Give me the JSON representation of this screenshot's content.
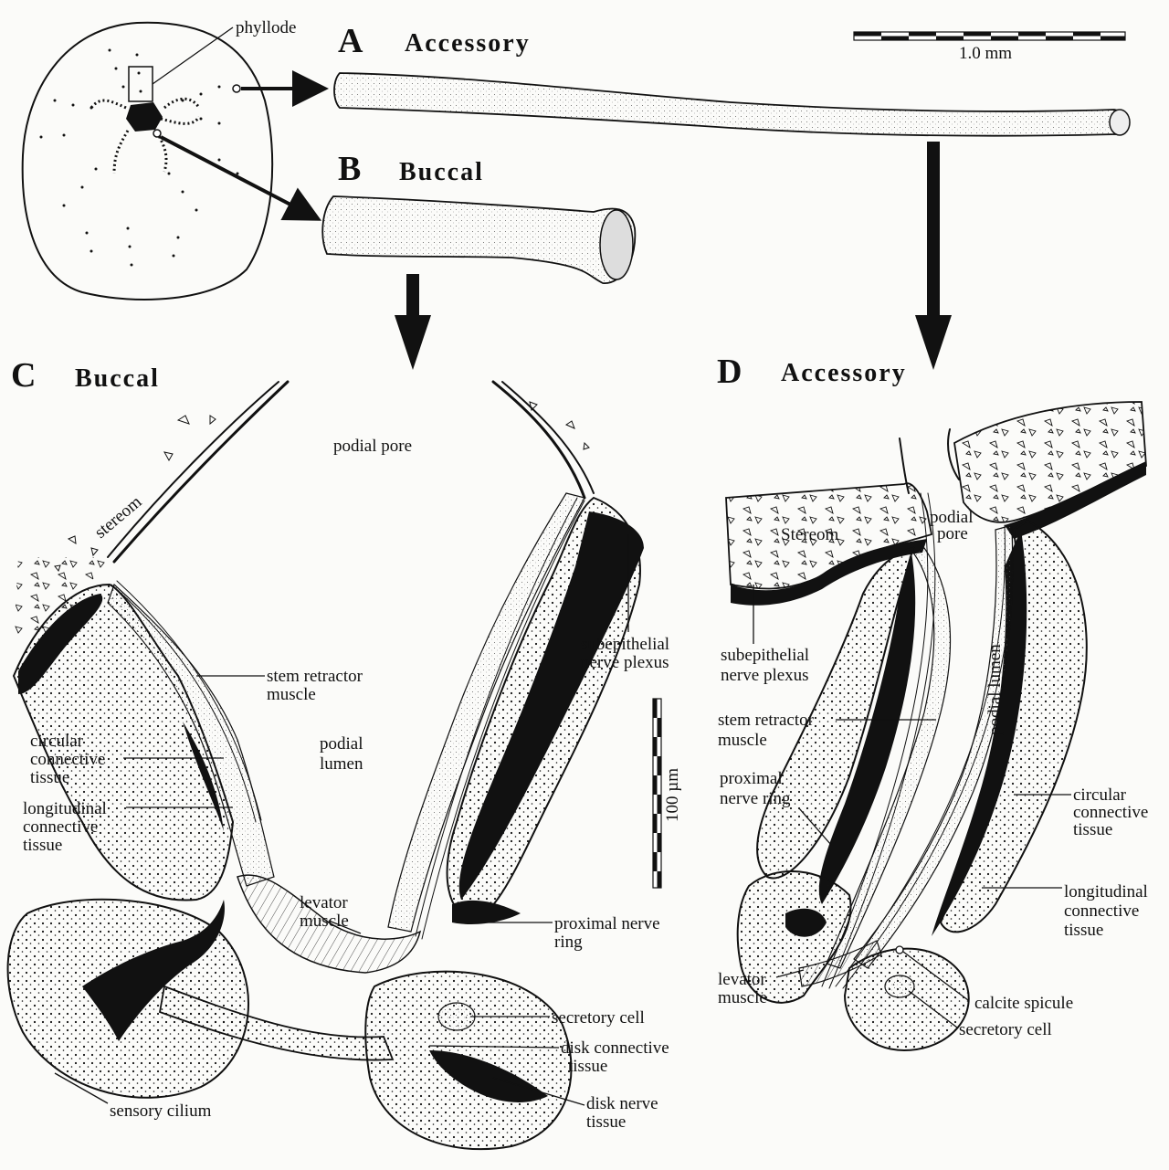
{
  "figure": {
    "panel_a": {
      "letter": "A",
      "title": "Accessory"
    },
    "panel_b": {
      "letter": "B",
      "title": "Buccal"
    },
    "panel_c": {
      "letter": "C",
      "title": "Buccal"
    },
    "panel_d": {
      "letter": "D",
      "title": "Accessory"
    },
    "overview": {
      "phyllode": "phyllode"
    },
    "scale_top": "1.0 mm",
    "scale_c": "100 µm"
  },
  "labels_c": {
    "stereom": "stereom",
    "podial_pore": "podial pore",
    "subepithelial_1": "subepithelial",
    "subepithelial_2": "nerve plexus",
    "stem_retractor_1": "stem retractor",
    "stem_retractor_2": "muscle",
    "podial_lumen_1": "podial",
    "podial_lumen_2": "lumen",
    "circular_1": "circular",
    "circular_2": "connective",
    "circular_3": "tissue",
    "longitudinal_1": "longitudinal",
    "longitudinal_2": "connective",
    "longitudinal_3": "tissue",
    "levator_1": "levator",
    "levator_2": "muscle",
    "proximal_1": "proximal nerve",
    "proximal_2": "ring",
    "secretory": "secretory cell",
    "disk_conn_1": "disk connective",
    "disk_conn_2": "tissue",
    "disk_nerve_1": "disk nerve",
    "disk_nerve_2": "tissue",
    "sensory": "sensory cilium"
  },
  "labels_d": {
    "stereom": "Stereom",
    "podial_pore_1": "podial",
    "podial_pore_2": "pore",
    "podial_lumen": "podial lumen",
    "subepithelial_1": "subepithelial",
    "subepithelial_2": "nerve plexus",
    "stem_retractor_1": "stem retractor",
    "stem_retractor_2": "muscle",
    "proximal_1": "proximal",
    "proximal_2": "nerve ring",
    "circular_1": "circular",
    "circular_2": "connective",
    "circular_3": "tissue",
    "longitudinal_1": "longitudinal",
    "longitudinal_2": "connective",
    "longitudinal_3": "tissue",
    "levator_1": "levator",
    "levator_2": "muscle",
    "calcite": "calcite spicule",
    "secretory": "secretory cell"
  }
}
